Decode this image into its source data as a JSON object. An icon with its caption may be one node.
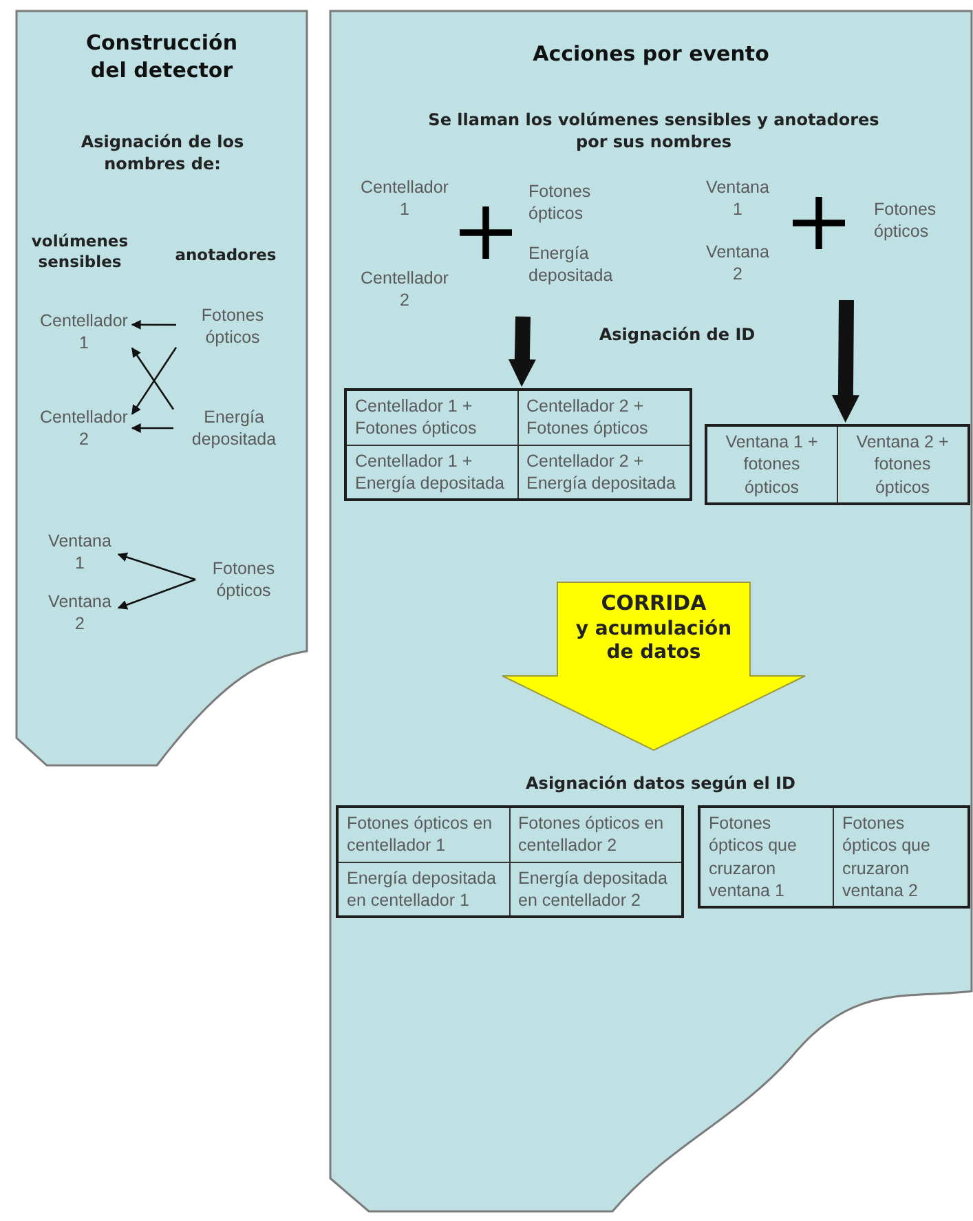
{
  "diagram": {
    "nodes": [
      {
        "text": [
          "Construcción del detector"
        ]
      },
      {
        "text": [
          "Centellador 1"
        ],
        "in": 0
      },
      {
        "text": [
          "Fotones ópticos"
        ],
        "in": 0
      },
      {
        "text": [
          "Centellador 2"
        ],
        "in": 0
      },
      {
        "text": [
          "Energía depositada"
        ],
        "in": 0
      },
      {
        "text": [
          "Ventana 1"
        ],
        "in": 0
      },
      {
        "text": [
          "Fotones ópticos"
        ],
        "in": 0
      },
      {
        "text": [
          "Ventana 2"
        ],
        "in": 0
      },
      {
        "text": [
          "Acciones por evento"
        ]
      },
      {
        "text": [
          "Centellador 1 + Fotones ópticos",
          "Centellador 2 + Fotones ópticos",
          "Centellador 1 + Energía depositada",
          "Centellador 2 + Energía depositada"
        ],
        "in": 8
      },
      {
        "text": [
          "Ventana 1 + fotones ópticos",
          "Ventana 2 + fotones ópticos"
        ],
        "in": 8
      },
      {
        "text": [
          "CORRIDA",
          "y acumulación de datos"
        ],
        "in": 8
      },
      {
        "text": [
          "Fotones ópticos en centellador 1",
          "Fotones ópticos en centellador 2",
          "Energía depositada en centellador 1",
          "Energía depositada en centellador 2"
        ],
        "in": 8
      },
      {
        "text": [
          "Fotones ópticos que cruzaron ventana 1",
          "Fotones ópticos que cruzaron ventana 2"
        ],
        "in": 8
      }
    ],
    "edges": [
      {
        "from": 2,
        "to": 1,
        "arrow": "to"
      },
      {
        "from": 2,
        "to": 3,
        "arrow": "to"
      },
      {
        "from": 4,
        "to": 1,
        "arrow": "to"
      },
      {
        "from": 4,
        "to": 3,
        "arrow": "to"
      },
      {
        "from": 6,
        "to": 5,
        "arrow": "to"
      },
      {
        "from": 6,
        "to": 7,
        "arrow": "to"
      },
      {
        "from": null,
        "to": 9,
        "arrow": "to",
        "style": "thick"
      },
      {
        "from": null,
        "to": 10,
        "arrow": "to",
        "style": "thick"
      }
    ],
    "labels": [
      "Asignación de los nombres de:",
      "volúmenes sensibles",
      "anotadores",
      "Se llaman los volúmenes sensibles y anotadores por sus nombres",
      "Centellador 1",
      "Fotones ópticos",
      "Ventana 1",
      "Fotones ópticos",
      "Energía depositada",
      "Centellador 2",
      "Ventana 2",
      "Asignación de ID",
      "Asignación datos según el ID"
    ]
  }
}
